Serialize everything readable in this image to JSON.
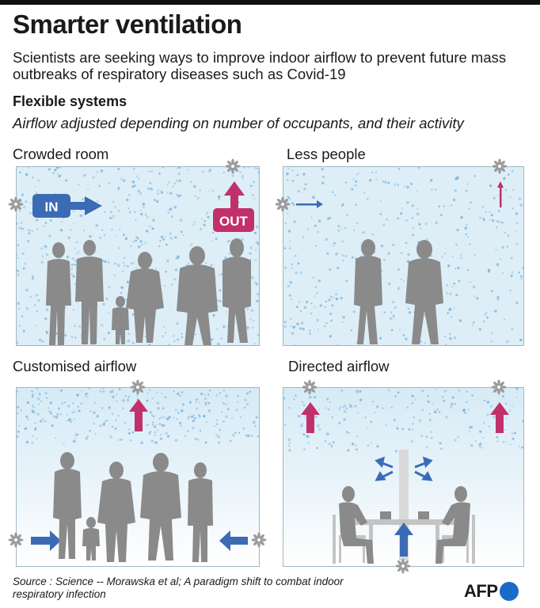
{
  "title": "Smarter ventilation",
  "subtitle": "Scientists are seeking ways to improve indoor airflow to prevent future mass outbreaks of respiratory diseases such as Covid-19",
  "section_title": "Flexible systems",
  "section_subtitle": "Airflow adjusted depending on number of occupants, and their activity",
  "panels": {
    "crowded": {
      "label": "Crowded room",
      "in_label": "IN",
      "out_label": "OUT"
    },
    "less": {
      "label": "Less people"
    },
    "customised": {
      "label": "Customised airflow"
    },
    "directed": {
      "label": "Directed airflow"
    }
  },
  "source": "Source : Science -- Morawska et al; A paradigm shift to combat indoor respiratory infection",
  "logo": "AFP",
  "colors": {
    "in_arrow": "#3b6bb5",
    "out_arrow": "#c2306b",
    "person": "#8a8a8a",
    "particle": "#6aa8d8",
    "room_bg": "#ddeef7",
    "fan": "#9a9a9a"
  },
  "icons": [
    "fan-icon",
    "arrow-right-icon",
    "arrow-up-icon",
    "person-silhouette",
    "aerosol-particle"
  ]
}
